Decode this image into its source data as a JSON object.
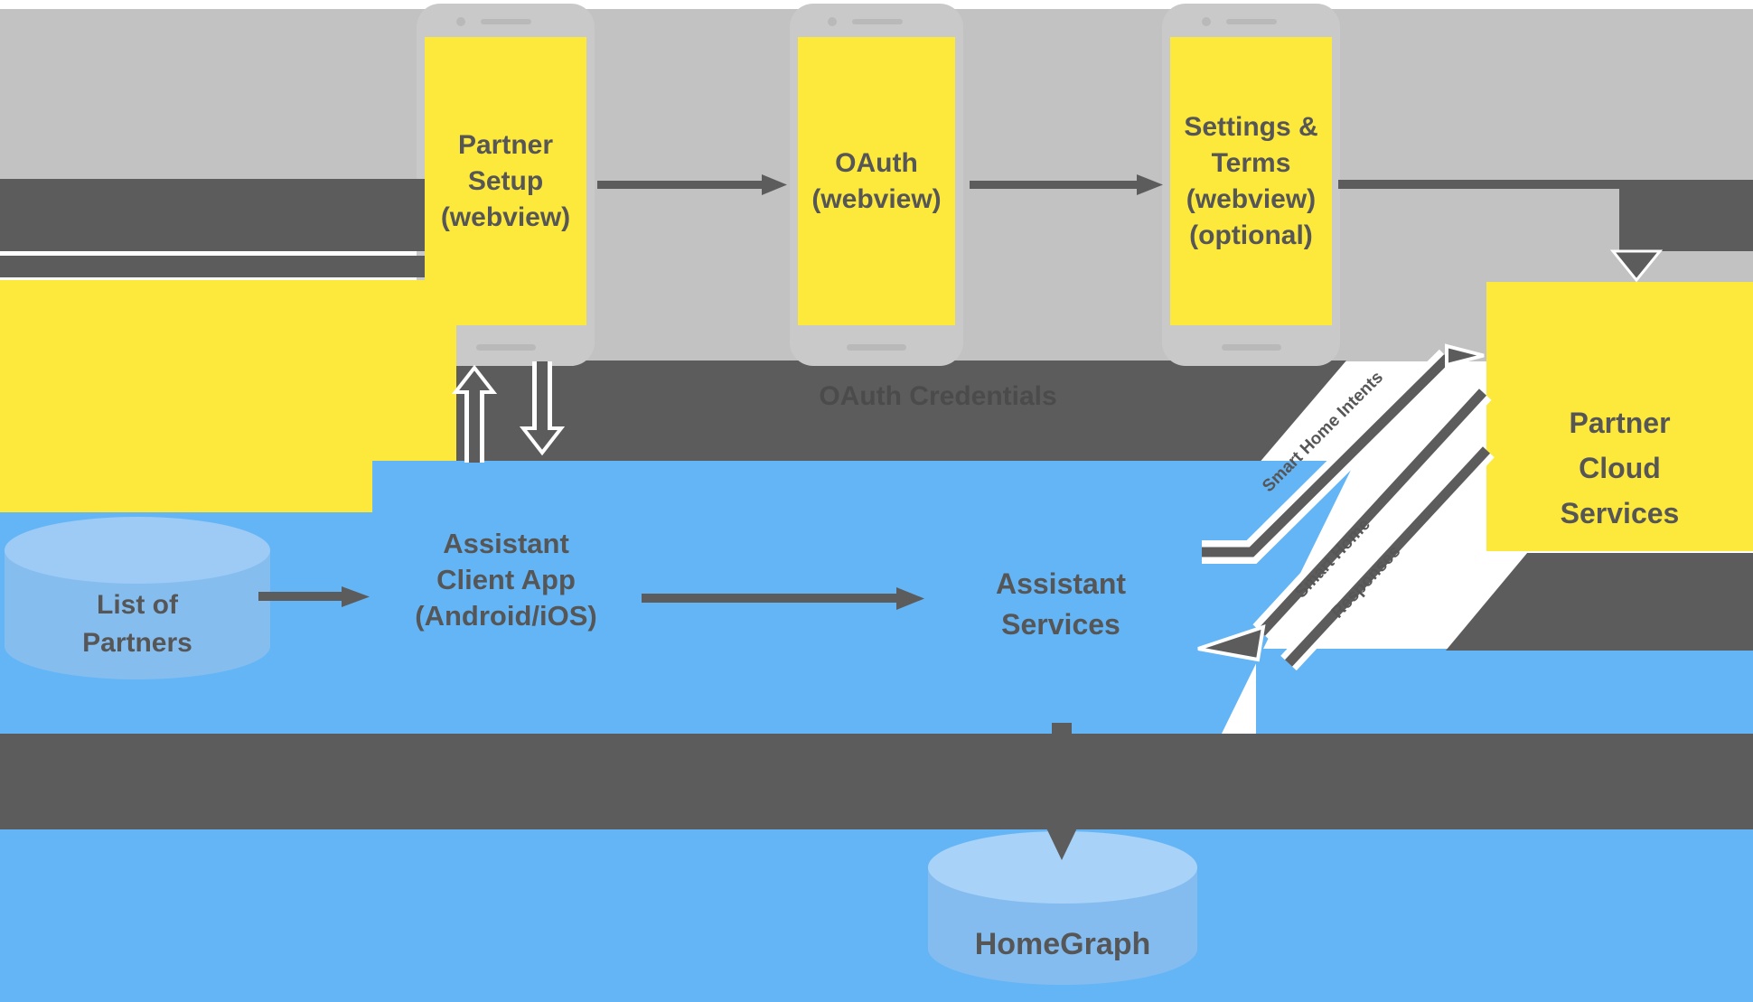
{
  "colors": {
    "partner_yellow": "#FDE93C",
    "google_blue": "#64B5F6",
    "dark_gray": "#5C5C5C",
    "light_gray": "#C2C2C2",
    "label_gray": "#565656"
  },
  "phones": [
    {
      "lines": [
        "Partner",
        "Setup",
        "(webview)"
      ]
    },
    {
      "lines": [
        "OAuth",
        "(webview)"
      ]
    },
    {
      "lines": [
        "Settings &",
        "Terms",
        "(webview)",
        "(optional)"
      ]
    }
  ],
  "labels": {
    "oauth_credentials": "OAuth Credentials"
  },
  "boxes": {
    "partner_cloud": {
      "lines": [
        "Partner",
        "Cloud",
        "Services"
      ]
    },
    "assistant_client": {
      "lines": [
        "Assistant",
        "Client App",
        "(Android/iOS)"
      ]
    },
    "assistant_services": {
      "lines": [
        "Assistant",
        "Services"
      ]
    }
  },
  "datastores": {
    "list_of_partners": {
      "lines": [
        "List of",
        "Partners"
      ]
    },
    "homegraph": {
      "label": "HomeGraph"
    }
  },
  "arrows": {
    "to_partner_label": "Smart Home Intents",
    "from_partner_label_lines": [
      "Smart Home",
      "Responses"
    ]
  }
}
